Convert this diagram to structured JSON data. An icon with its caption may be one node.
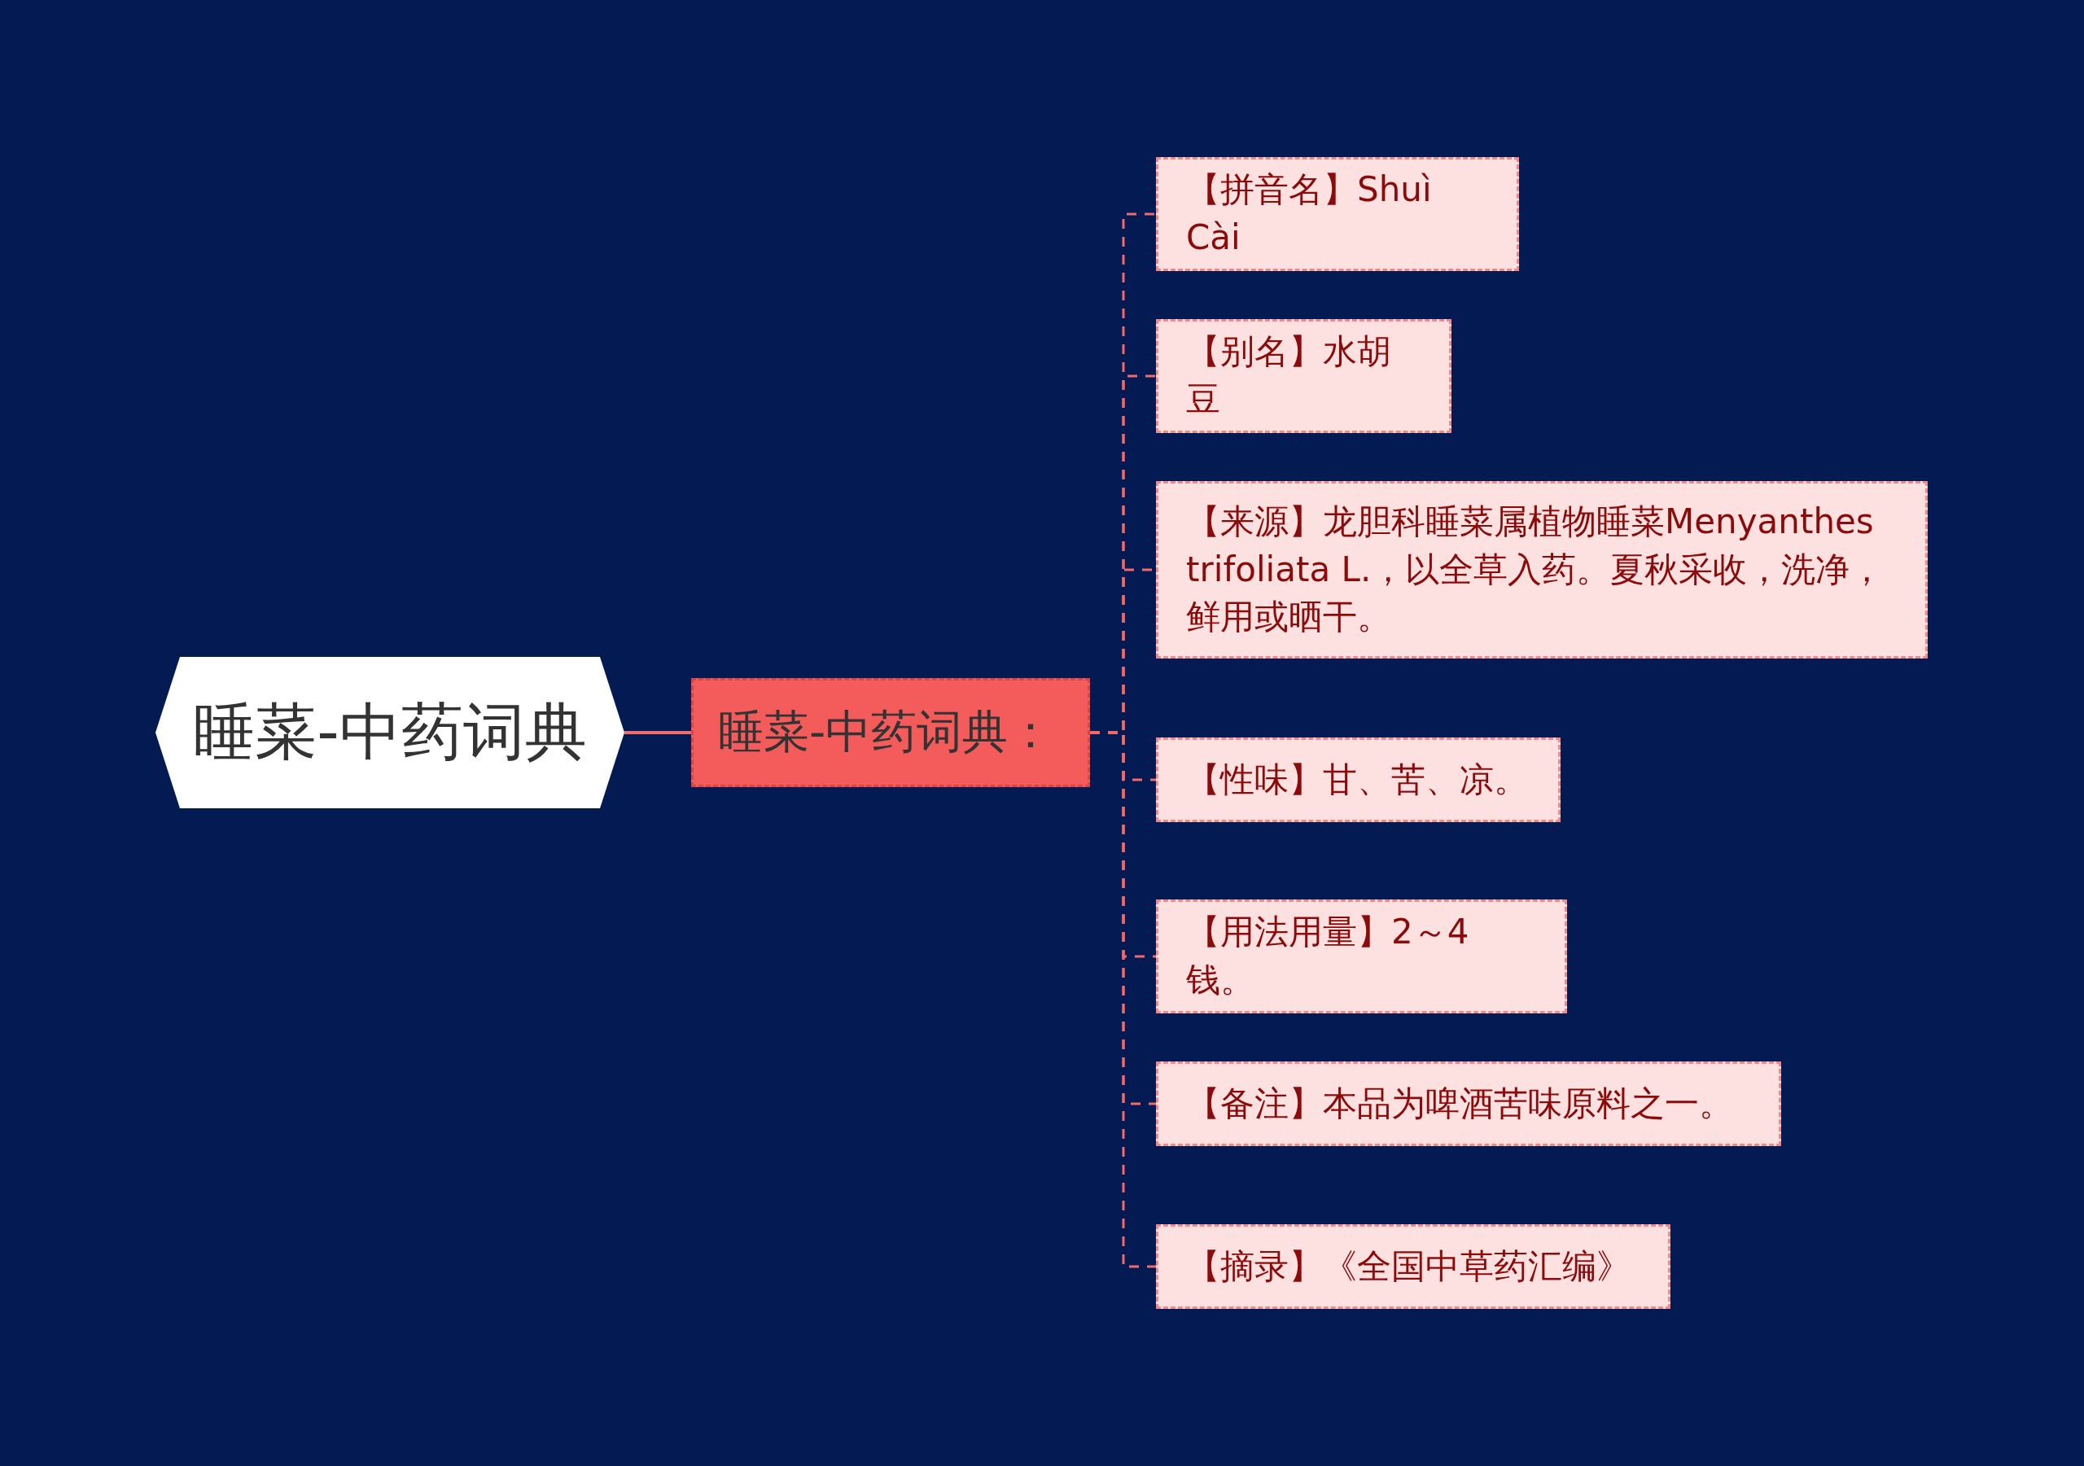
{
  "diagram": {
    "nodes": [
      {
        "text": [
          "睡菜-中药词典"
        ]
      },
      {
        "text": [
          "睡菜-中药词典："
        ]
      },
      {
        "text": [
          "【拼音名】Shuì Cài"
        ]
      },
      {
        "text": [
          "【别名】水胡豆"
        ]
      },
      {
        "text": [
          "【来源】龙胆科睡菜属植物睡菜Menyanthes trifoliata L.，以全草入药。夏秋采收，洗净，鲜用或晒干。"
        ]
      },
      {
        "text": [
          "【性味】甘、苦、凉。"
        ]
      },
      {
        "text": [
          "【用法用量】2～4钱。"
        ]
      },
      {
        "text": [
          "【备注】本品为啤酒苦味原料之一。"
        ]
      },
      {
        "text": [
          "【摘录】《全国中草药汇编》"
        ]
      }
    ],
    "edges": [
      {
        "from": 0,
        "to": 1,
        "arrow": "none"
      },
      {
        "from": 1,
        "to": 2,
        "arrow": "none",
        "style": "dashed"
      },
      {
        "from": 1,
        "to": 3,
        "arrow": "none",
        "style": "dashed"
      },
      {
        "from": 1,
        "to": 4,
        "arrow": "none",
        "style": "dashed"
      },
      {
        "from": 1,
        "to": 5,
        "arrow": "none",
        "style": "dashed"
      },
      {
        "from": 1,
        "to": 6,
        "arrow": "none",
        "style": "dashed"
      },
      {
        "from": 1,
        "to": 7,
        "arrow": "none",
        "style": "dashed"
      },
      {
        "from": 1,
        "to": 8,
        "arrow": "none",
        "style": "dashed"
      }
    ]
  }
}
